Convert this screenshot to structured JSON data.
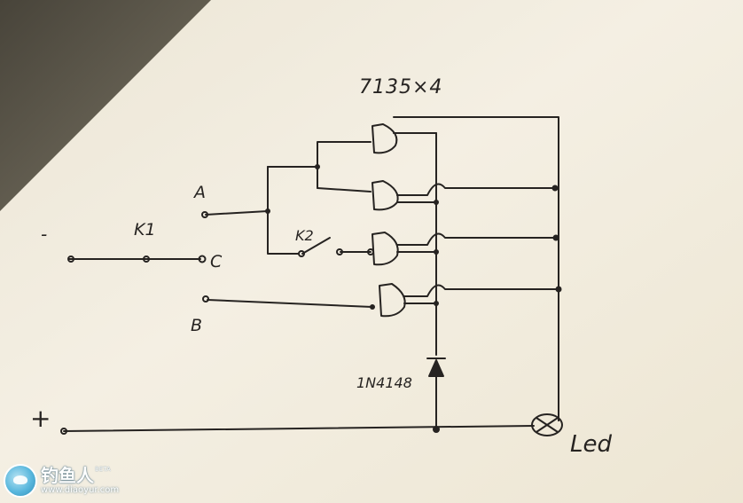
{
  "diagram": {
    "ic_label": "7135×4",
    "node_a": "A",
    "node_b": "B",
    "node_c": "C",
    "minus": "-",
    "plus": "+",
    "switch_k1": "K1",
    "switch_k2": "K2",
    "diode_label": "1N4148",
    "led_label": "Led"
  },
  "watermark": {
    "title": "钓鱼人",
    "beta": "BETA",
    "url": "www.diaoyur.com"
  },
  "colors": {
    "ink": "#262321",
    "paper": "#f1ecdf",
    "shadow": "#5f5a4c"
  }
}
